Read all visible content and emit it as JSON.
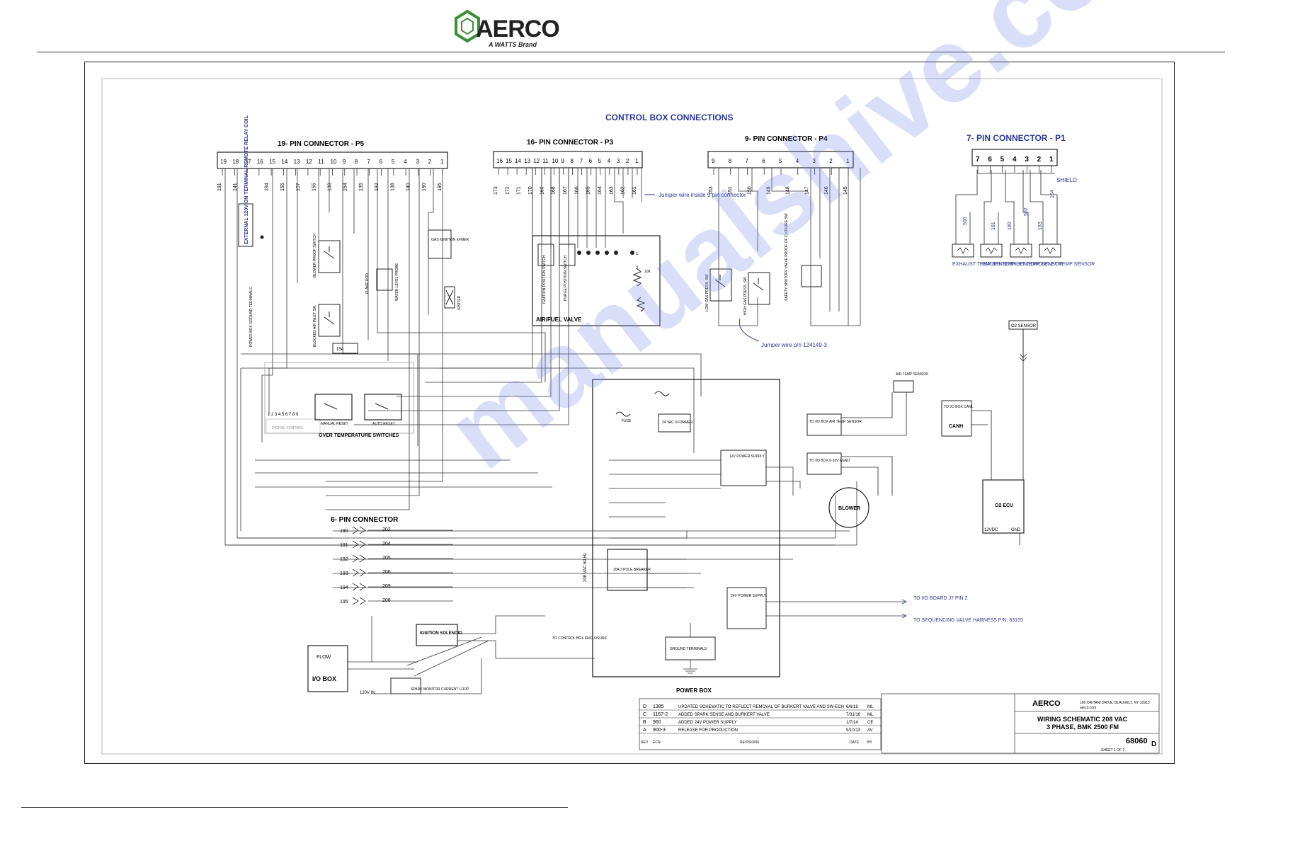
{
  "brand": {
    "name": "AERCO",
    "tagline": "A WATTS Brand"
  },
  "title": "CONTROL BOX CONNECTIONS",
  "connectors": {
    "p5": {
      "label": "19- PIN CONNECTOR - P5",
      "pins": [
        "19",
        "18",
        "17",
        "16",
        "15",
        "14",
        "13",
        "12",
        "11",
        "10",
        "9",
        "8",
        "7",
        "6",
        "5",
        "4",
        "3",
        "2",
        "1"
      ],
      "wires": [
        "191",
        "141",
        "",
        "194",
        "155",
        "157",
        "155",
        "130",
        "154",
        "135",
        "192",
        "138",
        "140",
        "190",
        "195"
      ]
    },
    "p3": {
      "label": "16- PIN CONNECTOR - P3",
      "pins": [
        "16",
        "15",
        "14",
        "13",
        "12",
        "11",
        "10",
        "9",
        "8",
        "7",
        "6",
        "5",
        "4",
        "3",
        "2",
        "1"
      ],
      "wires": [
        "173",
        "172",
        "171",
        "170",
        "169",
        "168",
        "167",
        "166",
        "165",
        "164",
        "163",
        "162",
        "161"
      ]
    },
    "p4": {
      "label": "9- PIN CONNECTOR - P4",
      "pins": [
        "9",
        "8",
        "7",
        "6",
        "5",
        "4",
        "3",
        "2",
        "1"
      ],
      "wires": [
        "153",
        "151",
        "150",
        "149",
        "148",
        "147",
        "146",
        "145"
      ]
    },
    "p1": {
      "label": "7- PIN CONNECTOR - P1",
      "pins": [
        "7",
        "6",
        "5",
        "4",
        "3",
        "2",
        "1"
      ],
      "shield": "SHIELD"
    },
    "six": {
      "label": "6- PIN CONNECTOR",
      "rows": [
        "190",
        "191",
        "192",
        "193",
        "194",
        "195"
      ],
      "out": [
        "202",
        "204",
        "205",
        "206",
        "209",
        "208"
      ]
    }
  },
  "notes": {
    "external": "EXTERNAL 120V ON TERMINAL REMOTE RELAY COIL",
    "jumper1": "Jumper wire inside 9 pin connector",
    "jumper2": "Jumper wire p/n 124149-3",
    "power_box_ground": "POWER BOX GROUND TERMINALS"
  },
  "components": {
    "blower_proof": "BLOWER PROOF SWITCH",
    "blocked_inlet": "BLOCKED AIR INLET SW.",
    "flame_rod": "FLAME ROD",
    "water_level": "WATER LEVEL PROBE",
    "gas_ignition": "GAS IGNITION XFMER",
    "igniter": "IGNITER",
    "ignition_position": "IGNITION POSITION SWITCH",
    "purge_position": "PURGE POSITION SWITCH",
    "air_fuel_valve": "AIR/FUEL VALVE",
    "low_gas": "LOW GAS PRESS. SW.",
    "high_gas": "HIGH GAS PRESS. SW.",
    "safety_shutoff": "SAFETY SHUTOFF VALVE PROOF OF CLOSURE SW.",
    "digital_control": "DIGITAL CONTROL",
    "manual_reset": "MANUAL RESET",
    "auto_reset": "AUTO RESET",
    "over_temp": "OVER TEMPERATURE SWITCHES",
    "fuse": "FUSE",
    "xfmr24": "24 VAC XFORMER",
    "ps12": "12V POWER SUPPLY",
    "breaker": "20A 3 POLE BREAKER",
    "supply_label": "208 VAC 60 Hz",
    "ground_terminals": "GROUND TERMINALS",
    "ps24": "24V POWER SUPPLY",
    "power_box": "POWER BOX",
    "ignition_solenoid": "IGNITION SOLENOID",
    "to_control_box": "TO CONTROL BOX ENCLOSURE",
    "flow": "FLOW",
    "io_box": "I/O BOX",
    "spark_monitor": "SPARK MONITOR CURRENT LOOP",
    "v120_in": "120V IN",
    "blower": "BLOWER",
    "o2_ecu": "O2 ECU",
    "o2_sensor": "O2 SENSOR",
    "air_temp": "AIR TEMP SENSOR",
    "io_air_temp": "TO I/O BOX AIR TEMP SENSOR",
    "io_agnd": "TO I/O BOX 0-10V AGND",
    "io_canh": "TO I/O BOX CANL",
    "canh": "CANH",
    "v12dc": "12VDC",
    "gnd": "GND",
    "to_io_board": "TO I/O BOARD J7 PIN 2",
    "to_seq": "TO SEQUENCING VALVE HARNESS P/N: 63155"
  },
  "sensors": [
    "EXHAUST TEMP SENSOR",
    "HEADER TEMP SENSOR",
    "INLET TEMP SENSOR",
    "OUTLET TEMP SENSOR"
  ],
  "sensor_wires": [
    "500",
    "181",
    "180",
    "502",
    "183",
    "154"
  ],
  "revisions": [
    {
      "rev": "D",
      "ecn": "1385",
      "desc": "UPDATED SCHEMATIC TO REFLECT REMOVAL OF BURKERT VALVE AND SW-ECH",
      "date": "6/6/18",
      "by": "ML"
    },
    {
      "rev": "C",
      "ecn": "1167-2",
      "desc": "ADDED SPARK SENSE AND BURKERT VALVE",
      "date": "7/31/16",
      "by": "ML"
    },
    {
      "rev": "B",
      "ecn": "960",
      "desc": "ADDED 24V POWER SUPPLY",
      "date": "1/7/14",
      "by": "CE"
    },
    {
      "rev": "A",
      "ecn": "900-3",
      "desc": "RELEASE FOR PRODUCTION",
      "date": "9/10/13",
      "by": "AV"
    }
  ],
  "rev_headers": {
    "rev": "REV",
    "ecn": "ECN",
    "desc": "REVISIONS",
    "date": "DATE",
    "by": "BY"
  },
  "title_block": {
    "company": "AERCO",
    "address": "100 ORITANI DRIVE, BLAUVELT, NY 10913",
    "web": "aerco.com",
    "drawing_title_1": "WIRING SCHEMATIC 208 VAC",
    "drawing_title_2": "3 PHASE, BMK 2500 FM",
    "dwg_no": "68060",
    "rev": "D",
    "sheet": "SHEET 1 OF 2"
  }
}
